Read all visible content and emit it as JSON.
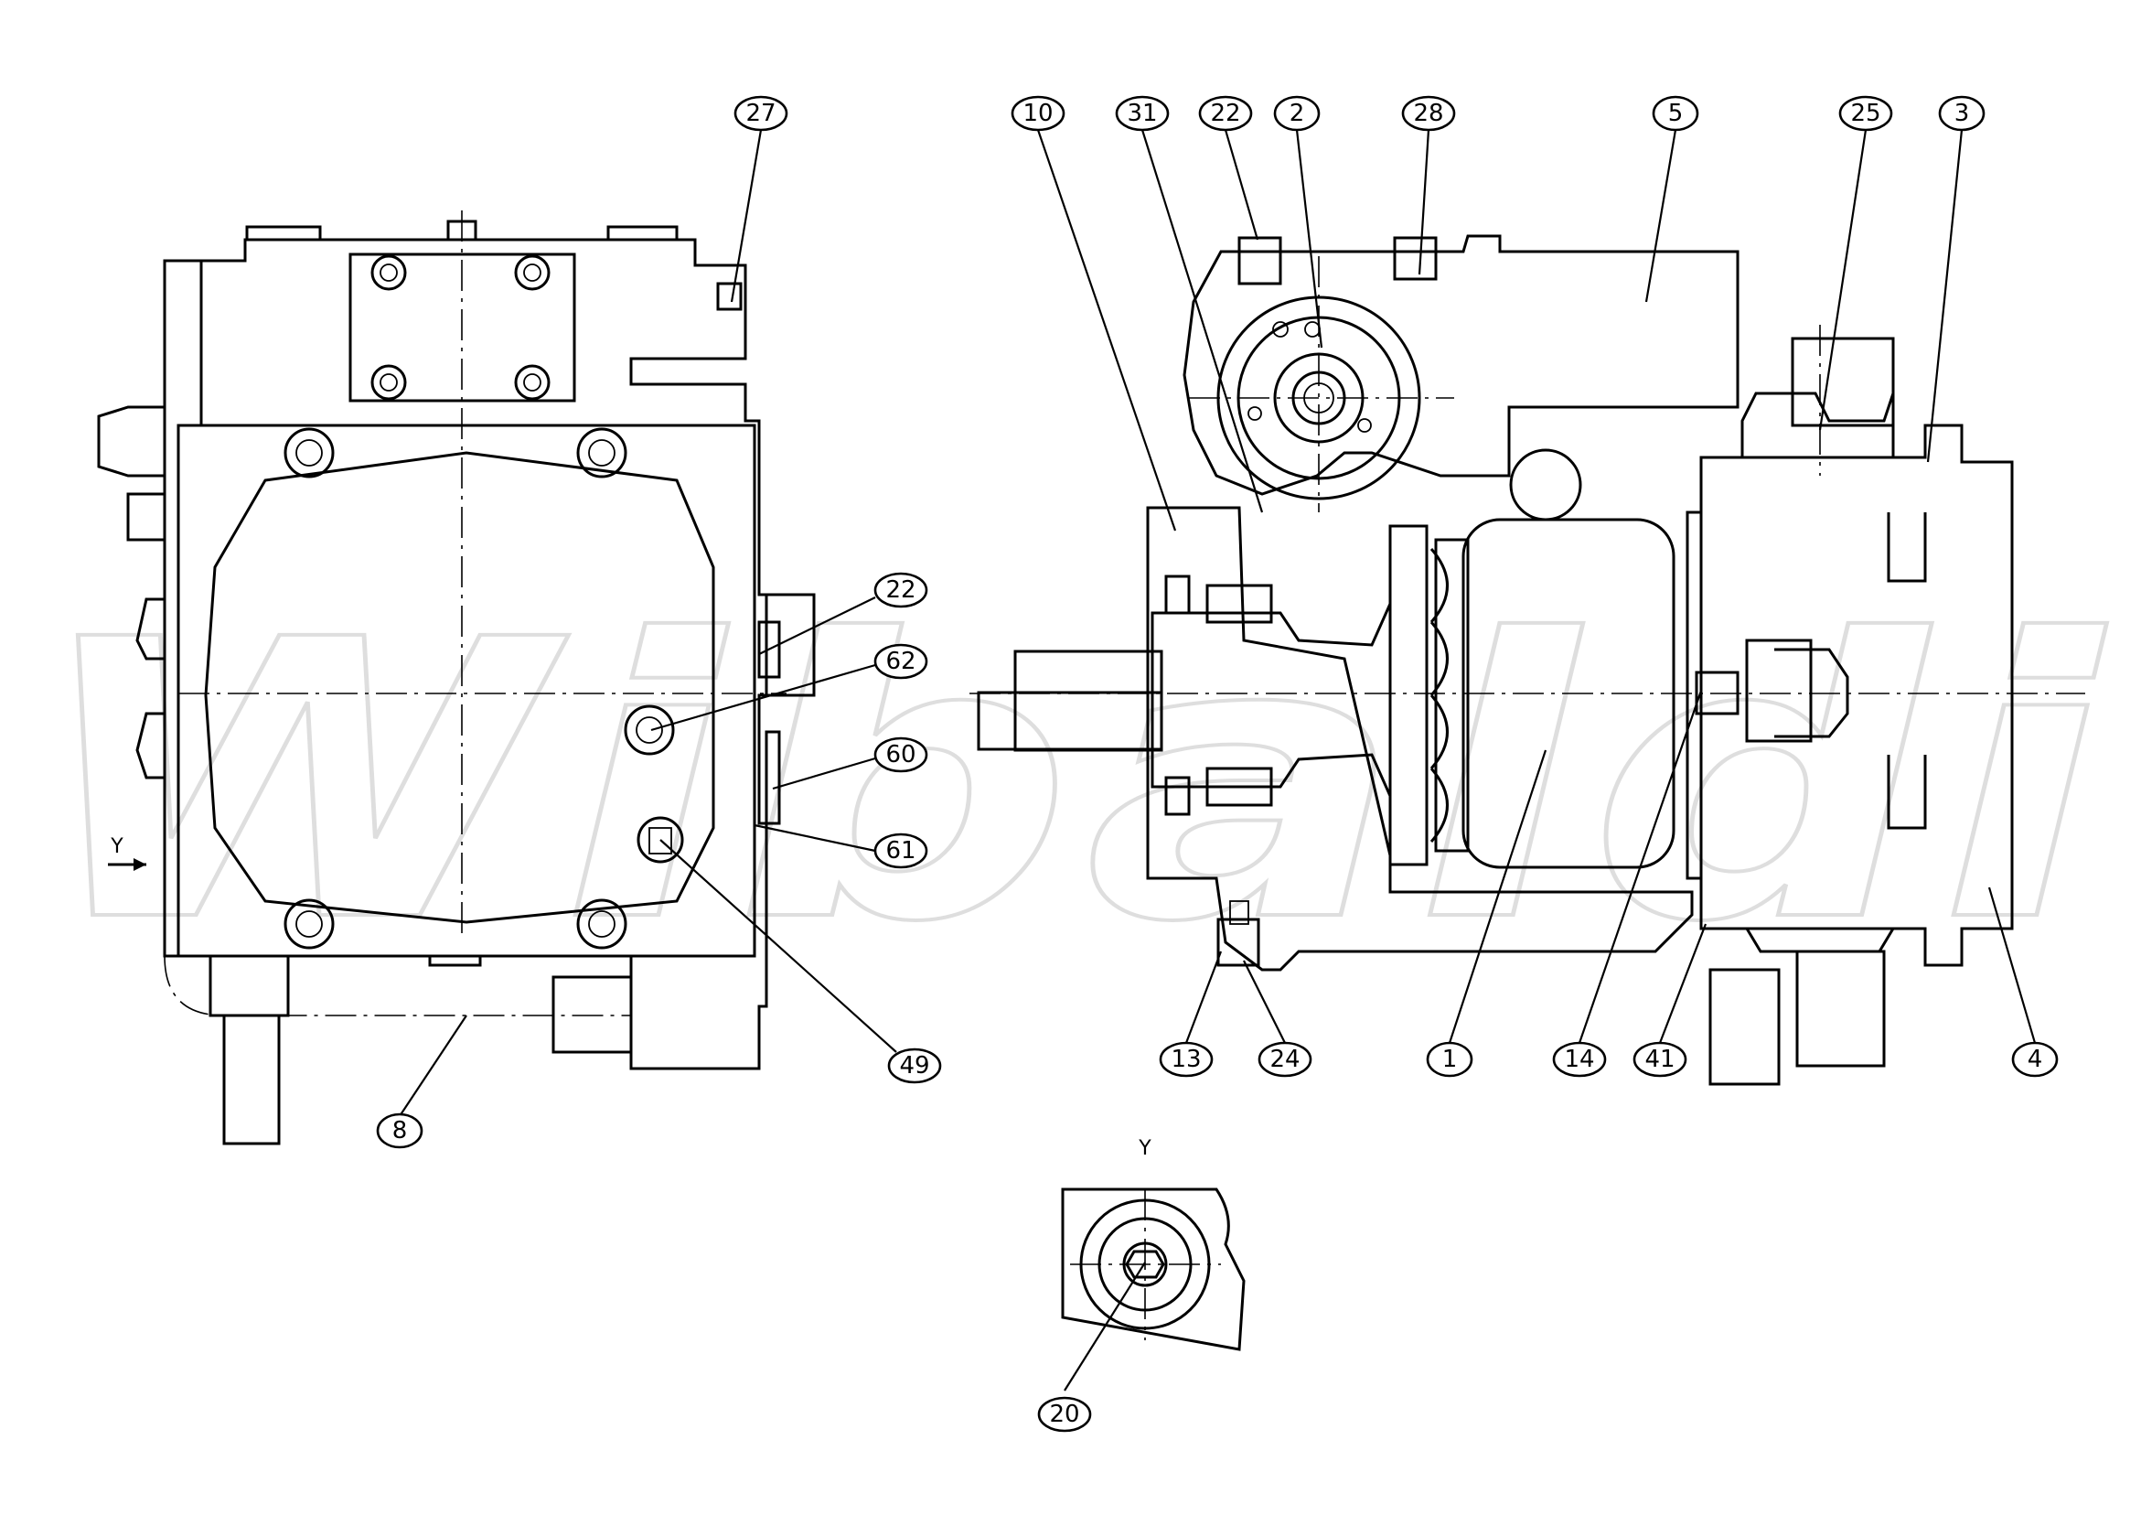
{
  "watermark": "Wibaldi",
  "view_labels": {
    "arrow_y": "Y",
    "detail_y": "Y"
  },
  "callouts": {
    "c27": "27",
    "c22a": "22",
    "c62": "62",
    "c60": "60",
    "c61": "61",
    "c49": "49",
    "c8": "8",
    "c10": "10",
    "c31": "31",
    "c22b": "22",
    "c2": "2",
    "c28": "28",
    "c5": "5",
    "c25": "25",
    "c3": "3",
    "c13": "13",
    "c24": "24",
    "c1": "1",
    "c14": "14",
    "c41": "41",
    "c4": "4",
    "c20": "20"
  }
}
